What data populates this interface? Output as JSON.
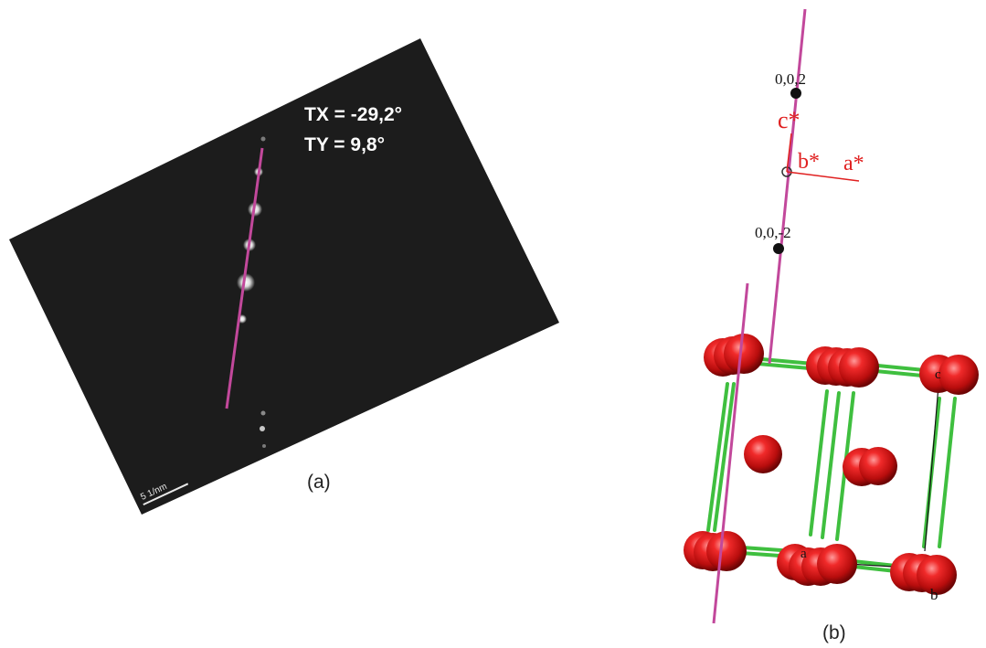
{
  "panel_a": {
    "tilt_x": "TX = -29,2°",
    "tilt_y": "TY = 9,8°",
    "scale_bar": "5 1/nm",
    "caption": "(a)"
  },
  "panel_b": {
    "spot_top": "0,0,2",
    "spot_bottom": "0,0,-2",
    "axis_c_star": "c*",
    "axis_b_star": "b*",
    "axis_a_star": "a*",
    "axis_c": "c",
    "axis_a": "a",
    "axis_b": "b",
    "caption": "(b)"
  },
  "colors": {
    "trace_line": "#c2489b",
    "reciprocal_axes": "#e02020",
    "atom": "#d41616",
    "bond": "#3fbf3f",
    "pattern_bg": "#1c1c1c"
  }
}
